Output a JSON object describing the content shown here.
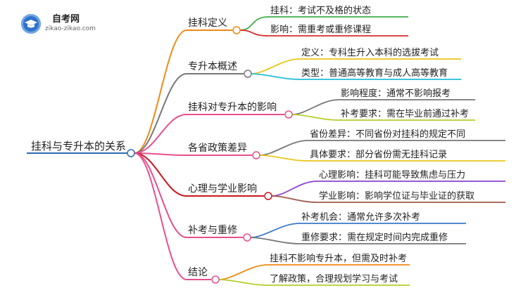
{
  "logo": {
    "title": "自考网",
    "subtitle": "zikao-zikao.com",
    "icon": "graduation-cap-icon"
  },
  "root": {
    "label": "挂科与专升本的关系",
    "color": "#2b6cb0"
  },
  "branches": [
    {
      "label": "挂科定义",
      "color": "#ef8a17",
      "children": [
        {
          "label": "挂科：考试不及格的状态",
          "color": "#3fae49"
        },
        {
          "label": "影响：需重考或重修课程",
          "color": "#d92b2b"
        }
      ]
    },
    {
      "label": "专升本概述",
      "color": "#777777",
      "children": [
        {
          "label": "定义：专科生升入本科的选拔考试",
          "color": "#e8c61c"
        },
        {
          "label": "类型：普通高等教育与成人高等教育",
          "color": "#22bcd4"
        }
      ]
    },
    {
      "label": "挂科对专升本的影响",
      "color": "#e84f8e",
      "children": [
        {
          "label": "影响程度：通常不影响报考",
          "color": "#777777"
        },
        {
          "label": "补考要求：需在毕业前通过补考",
          "color": "#b7cc2a"
        }
      ]
    },
    {
      "label": "各省政策差异",
      "color": "#e84f8e",
      "children": [
        {
          "label": "省份差异：不同省份对挂科的规定不同",
          "color": "#777777"
        },
        {
          "label": "具体要求：部分省份需无挂科记录",
          "color": "#e8c61c"
        }
      ]
    },
    {
      "label": "心理与学业影响",
      "color": "#c8171e",
      "children": [
        {
          "label": "心理影响：挂科可能导致焦虑与压力",
          "color": "#8e3fd0"
        },
        {
          "label": "学业影响：影响学位证与毕业证的获取",
          "color": "#a05a4a"
        }
      ]
    },
    {
      "label": "补考与重修",
      "color": "#e84f8e",
      "children": [
        {
          "label": "补考机会：通常允许多次补考",
          "color": "#3a78c9"
        },
        {
          "label": "重修要求：需在规定时间内完成重修",
          "color": "#777777"
        }
      ]
    },
    {
      "label": "结论",
      "color": "#e84f8e",
      "children": [
        {
          "label": "挂科不影响专升本，但需及时补考",
          "color": "#ef8a17"
        },
        {
          "label": "了解政策，合理规划学习与考试",
          "color": "#b7cc2a"
        }
      ]
    }
  ]
}
